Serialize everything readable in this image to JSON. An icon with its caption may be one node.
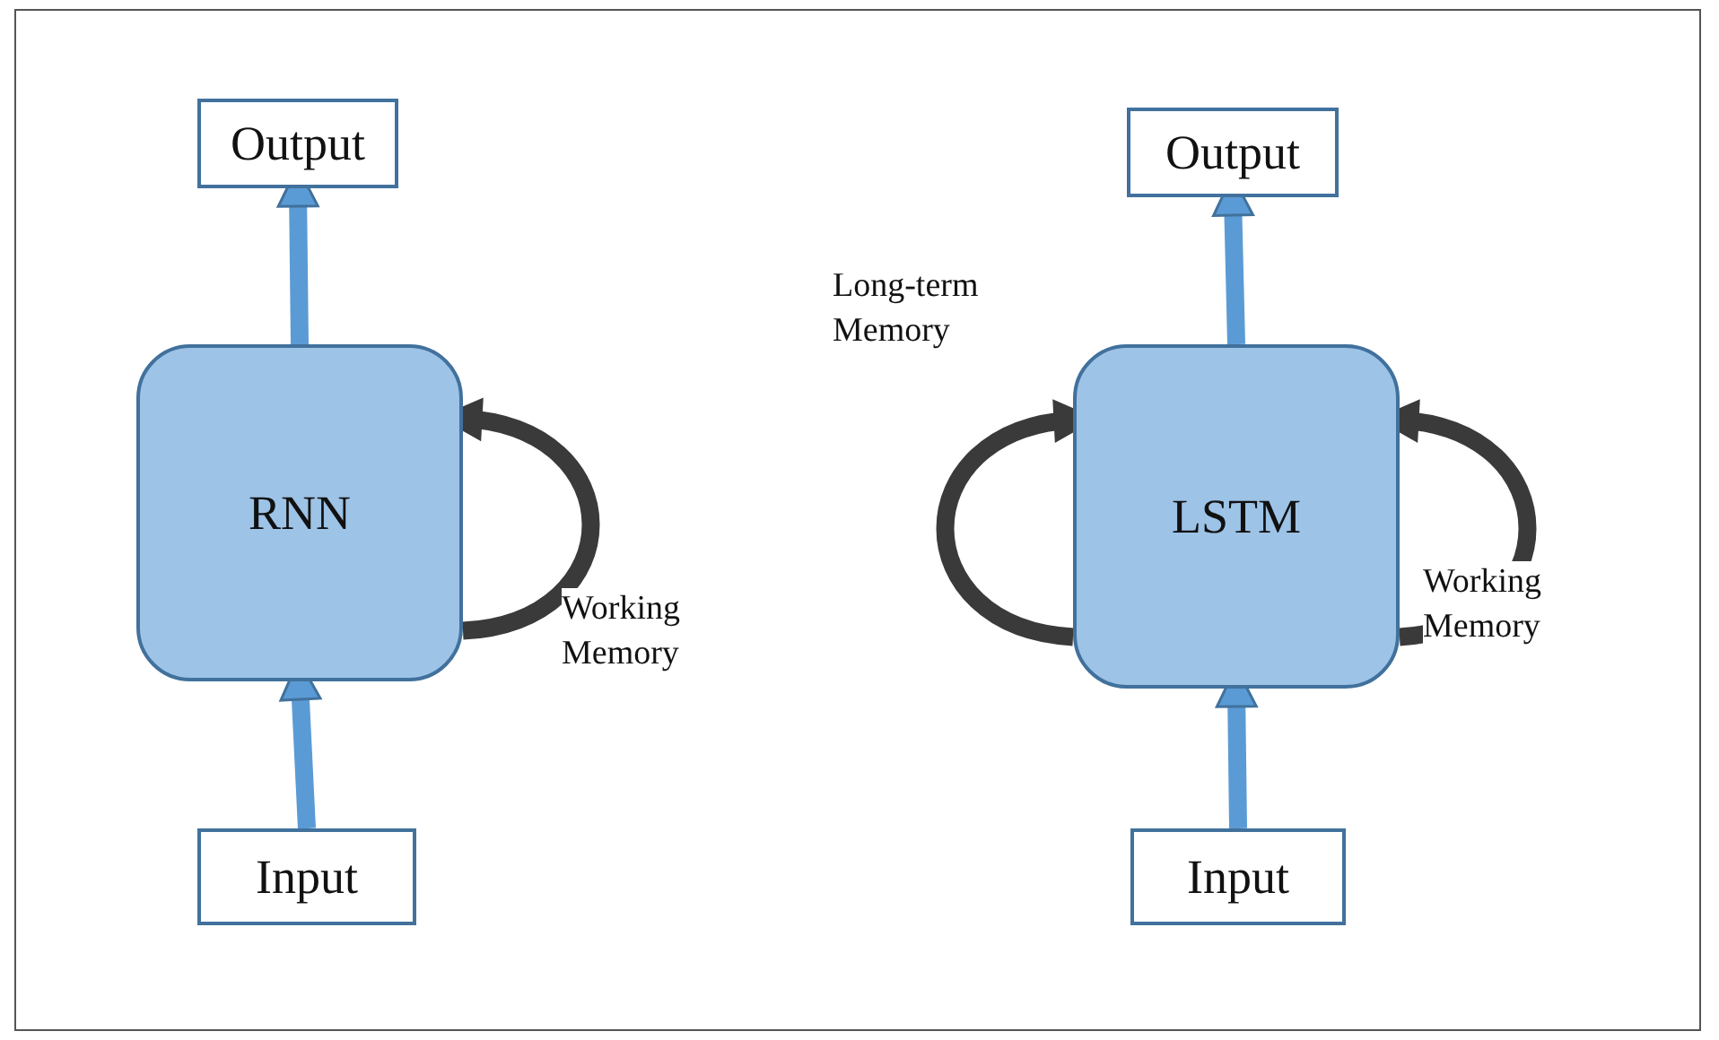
{
  "diagram": {
    "nodes": [
      {
        "text": [
          "Output"
        ]
      },
      {
        "text": [
          "RNN"
        ]
      },
      {
        "text": [
          "Input"
        ]
      },
      {
        "text": [
          "Output"
        ]
      },
      {
        "text": [
          "LSTM"
        ]
      },
      {
        "text": [
          "Input"
        ]
      }
    ],
    "edges": [
      {
        "from": 2,
        "to": 1,
        "arrow": "to"
      },
      {
        "from": 1,
        "to": 0,
        "arrow": "to"
      },
      {
        "from": 1,
        "to": 1,
        "arrow": "to",
        "label": "Working Memory",
        "color": "#3a3a3a"
      },
      {
        "from": 4,
        "to": 4,
        "arrow": "to",
        "label": "Long-term Memory",
        "color": "#3a3a3a"
      },
      {
        "from": 4,
        "to": 4,
        "arrow": "to",
        "label": "Working Memory",
        "color": "#3a3a3a"
      },
      {
        "from": 5,
        "to": 4,
        "arrow": "to"
      },
      {
        "from": 4,
        "to": 3,
        "arrow": "to"
      }
    ]
  }
}
